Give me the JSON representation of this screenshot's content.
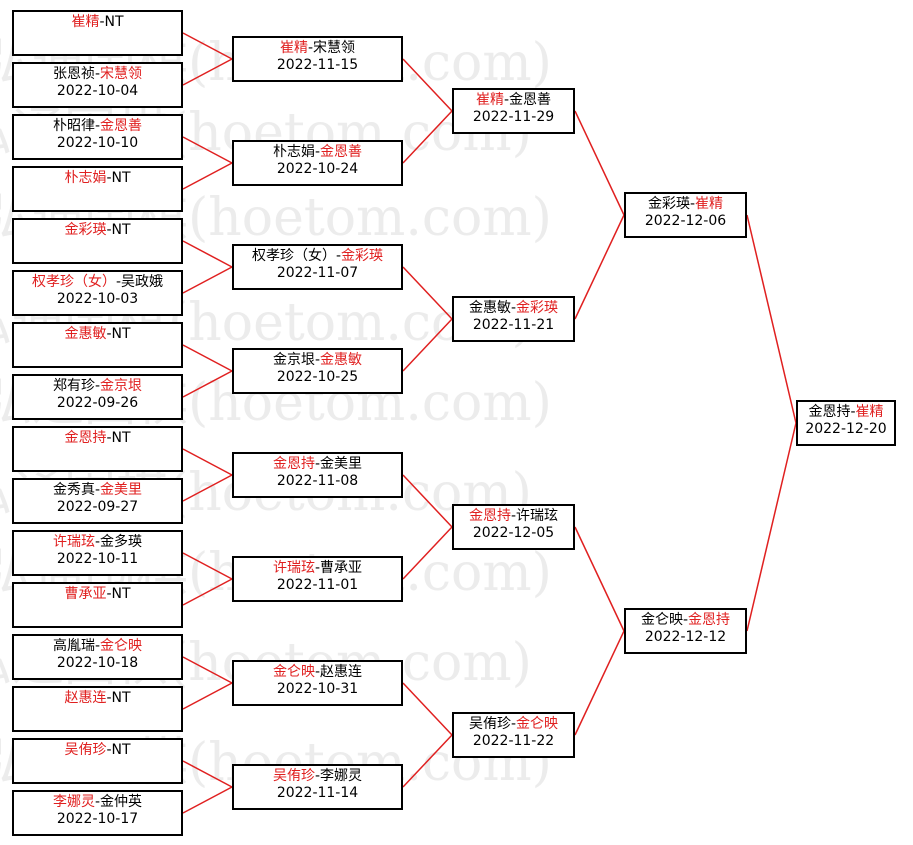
{
  "watermark": "弘通围棋(hoetom.com)",
  "colors": {
    "winner": "#e02020",
    "loser": "#000000",
    "connector": "#e02020",
    "border": "#000000",
    "watermark": "#ececec"
  },
  "rounds": [
    [
      {
        "p1": "崔精",
        "p2": "NT",
        "winner": 1,
        "date": ""
      },
      {
        "p1": "张恩祯",
        "p2": "宋慧领",
        "winner": 2,
        "date": "2022-10-04"
      },
      {
        "p1": "朴昭律",
        "p2": "金恩善",
        "winner": 2,
        "date": "2022-10-10"
      },
      {
        "p1": "朴志娟",
        "p2": "NT",
        "winner": 1,
        "date": ""
      },
      {
        "p1": "金彩瑛",
        "p2": "NT",
        "winner": 1,
        "date": ""
      },
      {
        "p1": "权孝珍（女）",
        "p2": "吴政娥",
        "winner": 1,
        "date": "2022-10-03"
      },
      {
        "p1": "金惠敏",
        "p2": "NT",
        "winner": 1,
        "date": ""
      },
      {
        "p1": "郑有珍",
        "p2": "金京垠",
        "winner": 2,
        "date": "2022-09-26"
      },
      {
        "p1": "金恩持",
        "p2": "NT",
        "winner": 1,
        "date": ""
      },
      {
        "p1": "金秀真",
        "p2": "金美里",
        "winner": 2,
        "date": "2022-09-27"
      },
      {
        "p1": "许瑞玹",
        "p2": "金多瑛",
        "winner": 1,
        "date": "2022-10-11"
      },
      {
        "p1": "曹承亚",
        "p2": "NT",
        "winner": 1,
        "date": ""
      },
      {
        "p1": "高胤瑞",
        "p2": "金仑映",
        "winner": 2,
        "date": "2022-10-18"
      },
      {
        "p1": "赵惠连",
        "p2": "NT",
        "winner": 1,
        "date": ""
      },
      {
        "p1": "吴侑珍",
        "p2": "NT",
        "winner": 1,
        "date": ""
      },
      {
        "p1": "李娜灵",
        "p2": "金仲英",
        "winner": 1,
        "date": "2022-10-17"
      }
    ],
    [
      {
        "p1": "崔精",
        "p2": "宋慧领",
        "winner": 1,
        "date": "2022-11-15"
      },
      {
        "p1": "朴志娟",
        "p2": "金恩善",
        "winner": 2,
        "date": "2022-10-24"
      },
      {
        "p1": "权孝珍（女）",
        "p2": "金彩瑛",
        "winner": 2,
        "date": "2022-11-07"
      },
      {
        "p1": "金京垠",
        "p2": "金惠敏",
        "winner": 2,
        "date": "2022-10-25"
      },
      {
        "p1": "金恩持",
        "p2": "金美里",
        "winner": 1,
        "date": "2022-11-08"
      },
      {
        "p1": "许瑞玹",
        "p2": "曹承亚",
        "winner": 1,
        "date": "2022-11-01"
      },
      {
        "p1": "金仑映",
        "p2": "赵惠连",
        "winner": 1,
        "date": "2022-10-31"
      },
      {
        "p1": "吴侑珍",
        "p2": "李娜灵",
        "winner": 1,
        "date": "2022-11-14"
      }
    ],
    [
      {
        "p1": "崔精",
        "p2": "金恩善",
        "winner": 1,
        "date": "2022-11-29"
      },
      {
        "p1": "金惠敏",
        "p2": "金彩瑛",
        "winner": 2,
        "date": "2022-11-21"
      },
      {
        "p1": "金恩持",
        "p2": "许瑞玹",
        "winner": 1,
        "date": "2022-12-05"
      },
      {
        "p1": "吴侑珍",
        "p2": "金仑映",
        "winner": 2,
        "date": "2022-11-22"
      }
    ],
    [
      {
        "p1": "金彩瑛",
        "p2": "崔精",
        "winner": 2,
        "date": "2022-12-06"
      },
      {
        "p1": "金仑映",
        "p2": "金恩持",
        "winner": 2,
        "date": "2022-12-12"
      }
    ],
    [
      {
        "p1": "金恩持",
        "p2": "崔精",
        "winner": 2,
        "date": "2022-12-20"
      }
    ]
  ]
}
